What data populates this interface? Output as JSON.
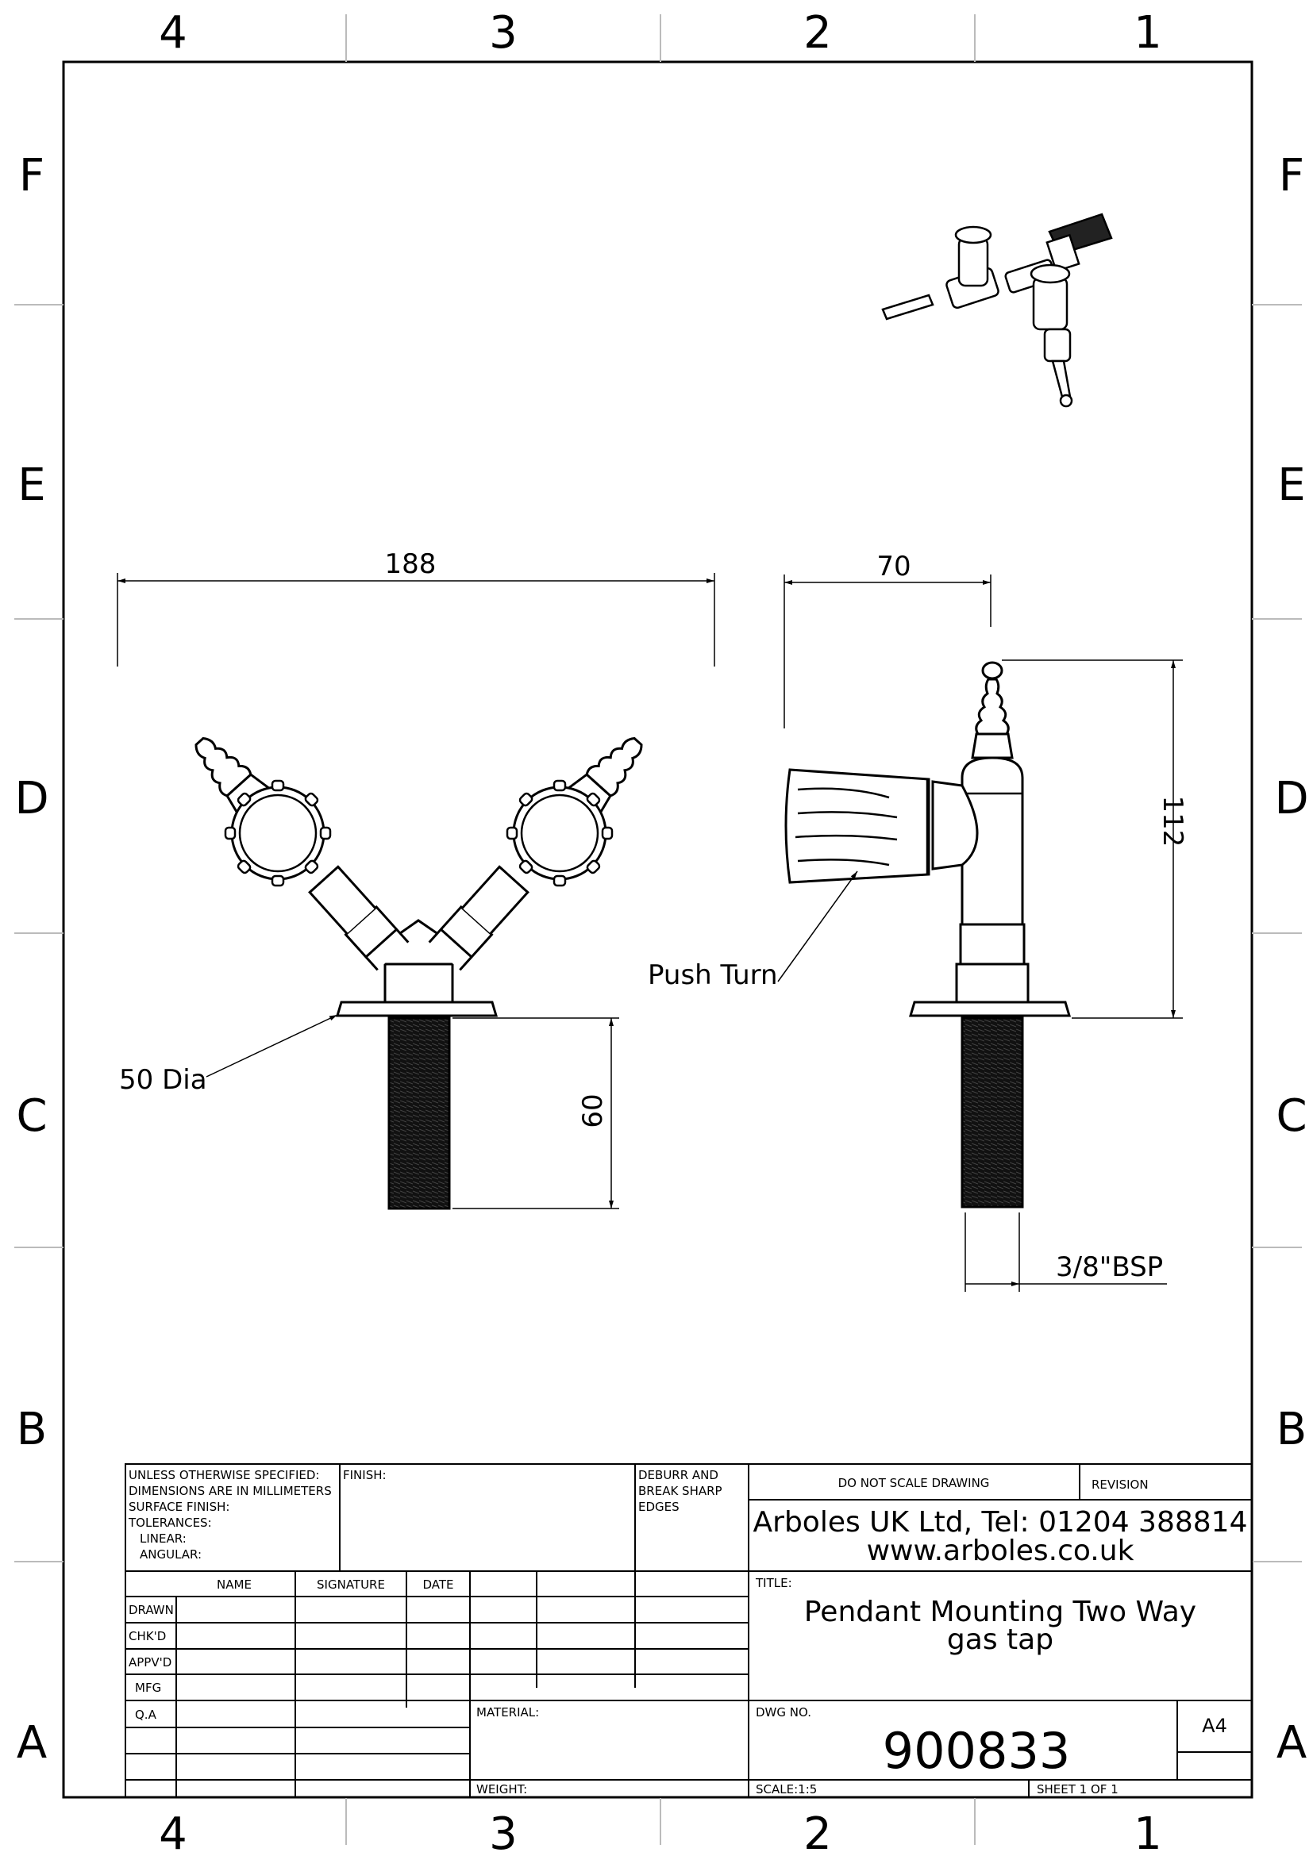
{
  "zones": {
    "columns": [
      "4",
      "3",
      "2",
      "1"
    ],
    "rows": [
      "F",
      "E",
      "D",
      "C",
      "B",
      "A"
    ]
  },
  "dimensions": {
    "width_front": "188",
    "depth_side": "70",
    "height_side": "112",
    "thread_length": "60",
    "base_dia": "50 Dia",
    "push_turn": "Push Turn",
    "thread_spec": "3/8\"BSP"
  },
  "title_block": {
    "unless_spec": [
      "UNLESS OTHERWISE SPECIFIED:",
      "DIMENSIONS ARE IN MILLIMETERS",
      "SURFACE FINISH:",
      "TOLERANCES:",
      "LINEAR:",
      "ANGULAR:"
    ],
    "finish": "FINISH:",
    "deburr": [
      "DEBURR AND",
      "BREAK SHARP",
      "EDGES"
    ],
    "do_not_scale": "DO NOT SCALE DRAWING",
    "revision": "REVISION",
    "company_line1": "Arboles UK Ltd, Tel: 01204 388814",
    "company_line2": "www.arboles.co.uk",
    "col_name": "NAME",
    "col_signature": "SIGNATURE",
    "col_date": "DATE",
    "rows": [
      "DRAWN",
      "CHK'D",
      "APPV'D",
      "MFG",
      "Q.A"
    ],
    "title_label": "TITLE:",
    "title_line1": "Pendant Mounting Two Way",
    "title_line2": "gas tap",
    "material": "MATERIAL:",
    "weight": "WEIGHT:",
    "dwg_no_label": "DWG NO.",
    "dwg_no": "900833",
    "size": "A4",
    "scale": "SCALE:1:5",
    "sheet": "SHEET 1 OF 1"
  }
}
